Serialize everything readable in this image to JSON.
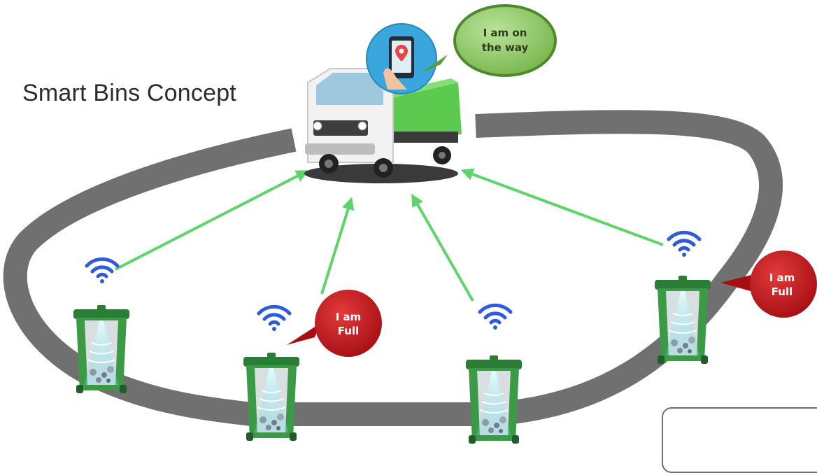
{
  "title": "Smart Bins Concept",
  "truck_bubble": {
    "line1": "I am on",
    "line2": "the way"
  },
  "full_bubbles": [
    {
      "line1": "I am",
      "line2": "Full"
    },
    {
      "line1": "I am",
      "line2": "Full"
    }
  ],
  "colors": {
    "road": "#707070",
    "arrow": "#5ed46a",
    "wifi": "#2f5bd8",
    "bin": "#2e8b3a",
    "bubble_full": "#c0161b",
    "bubble_truck": "#7dbf52"
  },
  "icons": [
    "truck-icon",
    "smartphone-map-icon",
    "wifi-icon",
    "smart-bin-icon"
  ]
}
